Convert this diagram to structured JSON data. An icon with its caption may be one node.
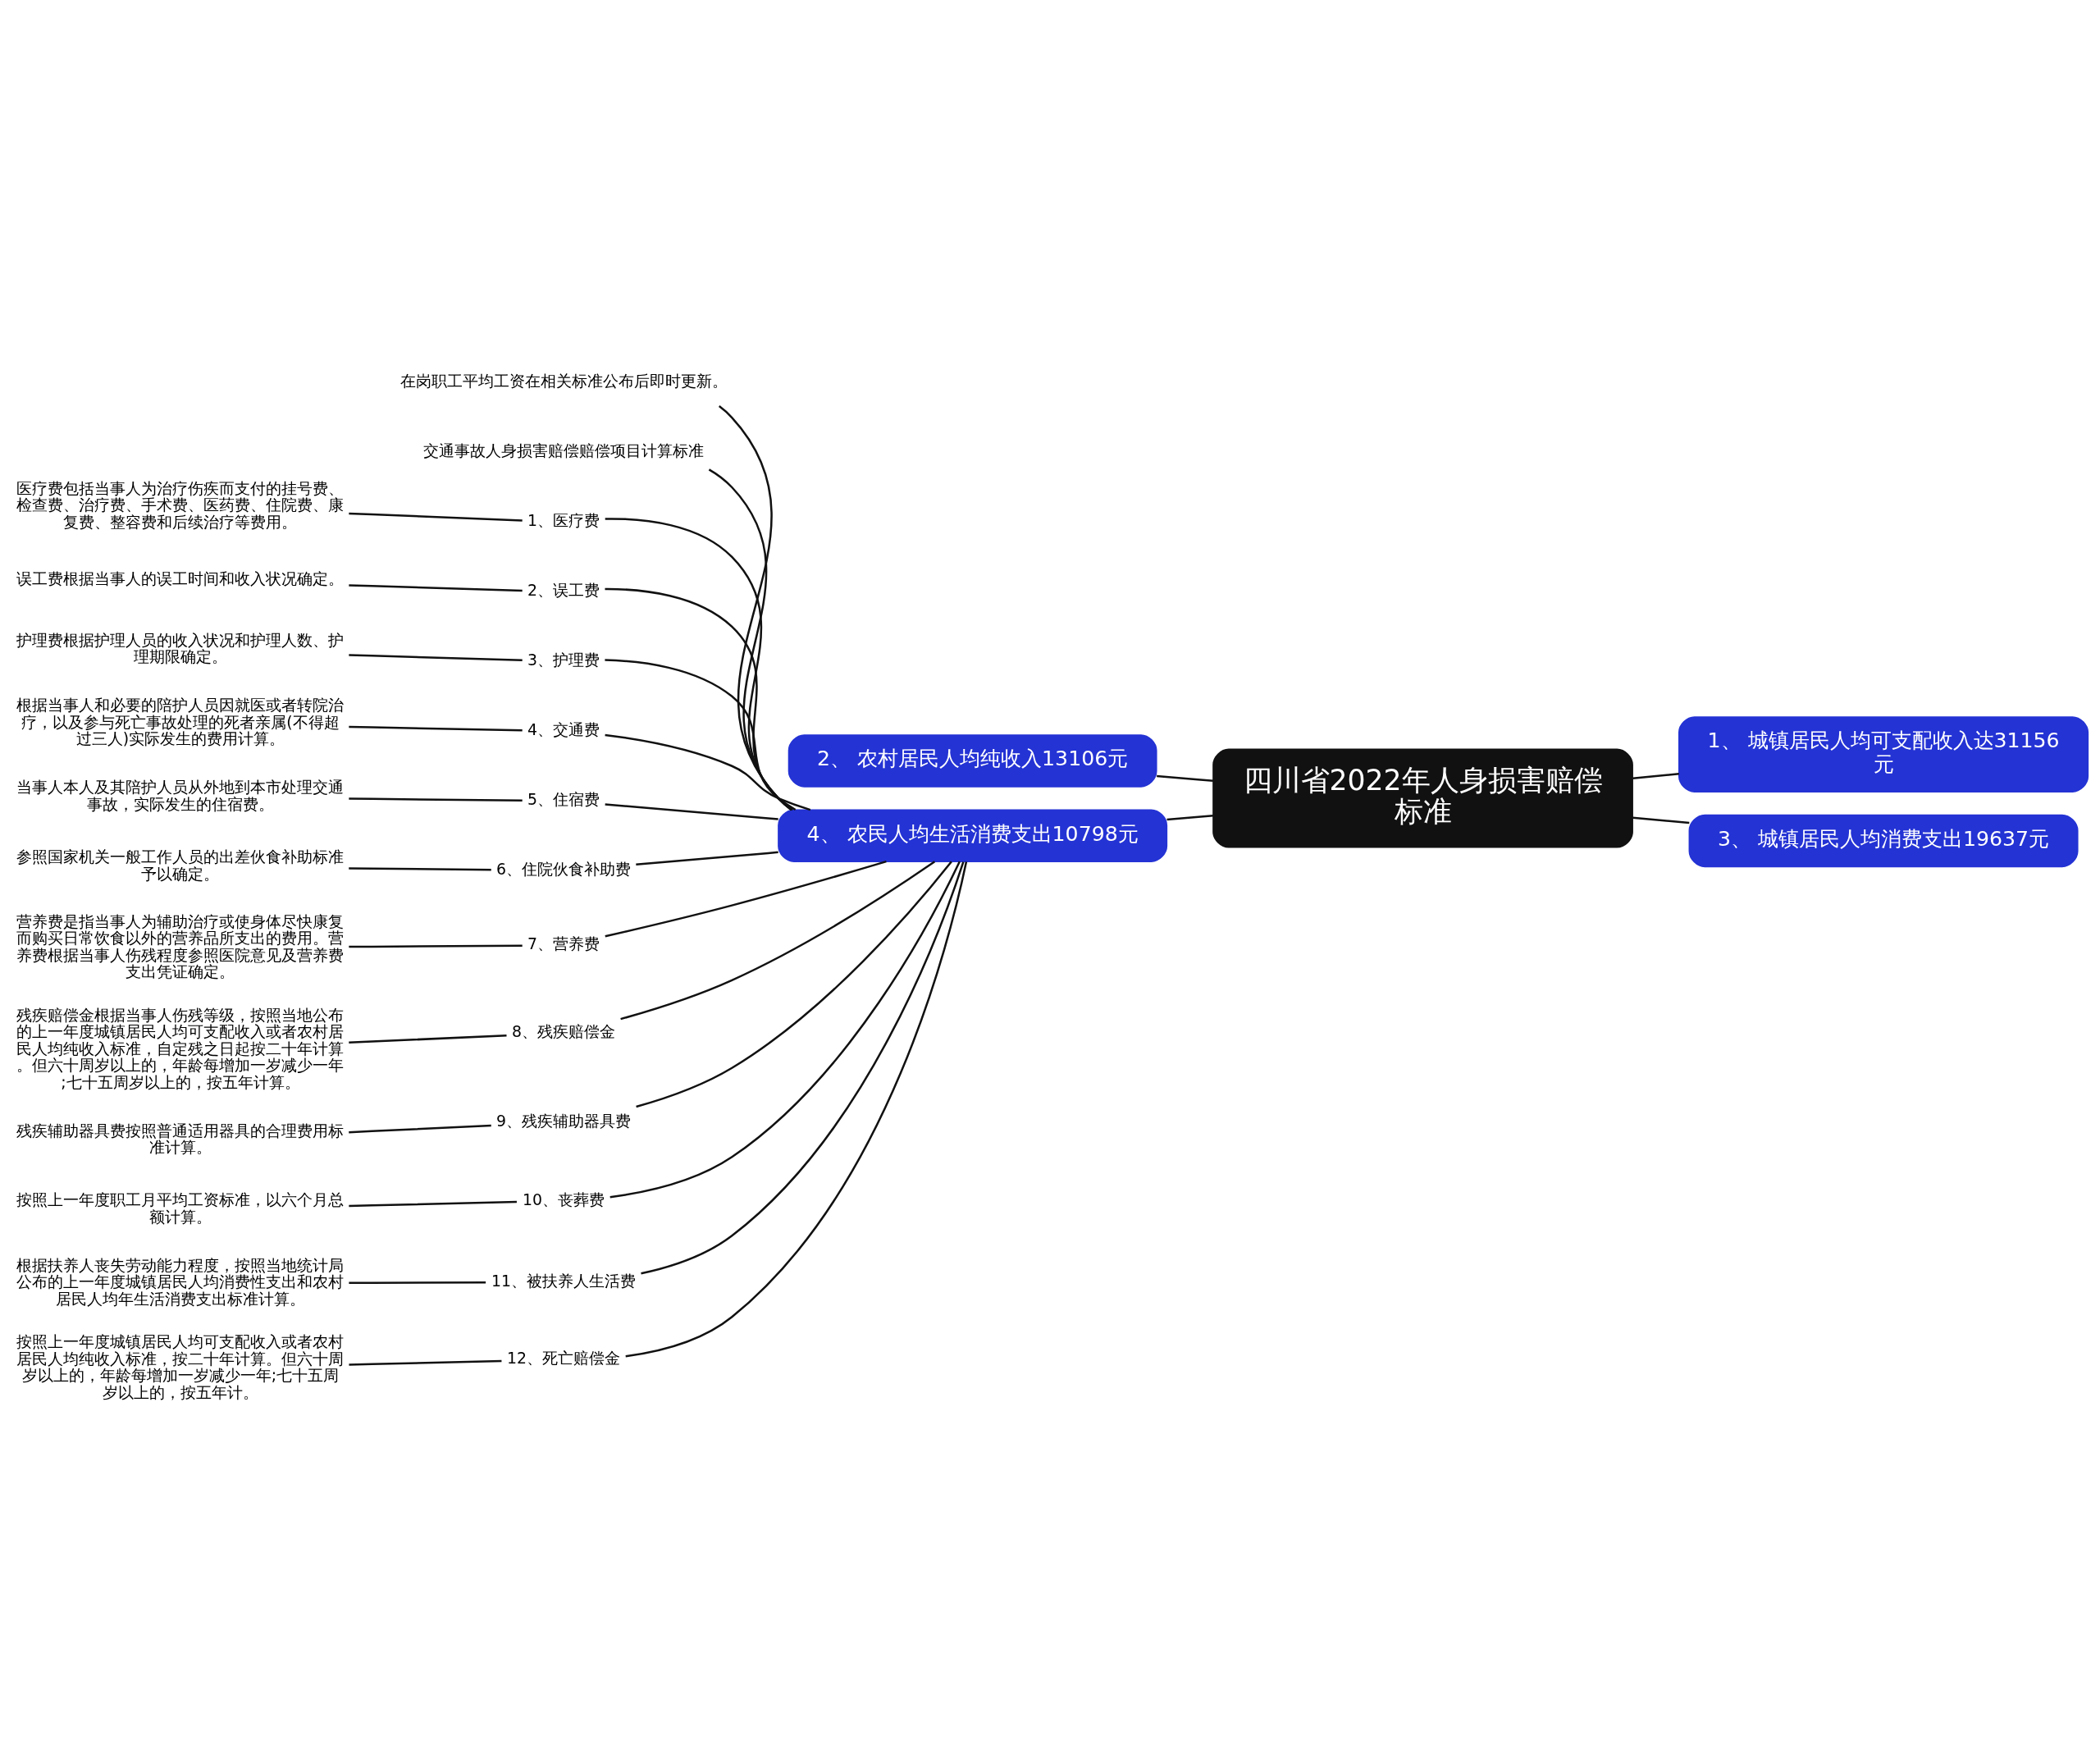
{
  "diagram": {
    "nodes": [
      {
        "text": [
          "四川省2022年人身损害赔偿标准"
        ]
      },
      {
        "text": [
          "2、 农村居民人均纯收入13106元"
        ]
      },
      {
        "text": [
          "1、 城镇居民人均可支配收入达31156元"
        ]
      },
      {
        "text": [
          "3、 城镇居民人均消费支出19637元"
        ]
      },
      {
        "text": [
          "4、 农民人均生活消费支出10798元"
        ]
      },
      {
        "text": [
          "在岗职工平均工资在相关标准公布后即时更新。"
        ]
      },
      {
        "text": [
          "交通事故人身损害赔偿赔偿项目计算标准"
        ]
      },
      {
        "text": [
          "1、医疗费"
        ]
      },
      {
        "text": [
          "医疗费包括当事人为治疗伤疾而支付的挂号费、检查费、治疗费、手术费、医药费、住院费、康复费、整容费和后续治疗等费用。"
        ]
      },
      {
        "text": [
          "2、误工费"
        ]
      },
      {
        "text": [
          "误工费根据当事人的误工时间和收入状况确定。"
        ]
      },
      {
        "text": [
          "3、护理费"
        ]
      },
      {
        "text": [
          "护理费根据护理人员的收入状况和护理人数、护理期限确定。"
        ]
      },
      {
        "text": [
          "4、交通费"
        ]
      },
      {
        "text": [
          "根据当事人和必要的陪护人员因就医或者转院治疗，以及参与死亡事故处理的死者亲属(不得超过三人)实际发生的费用计算。"
        ]
      },
      {
        "text": [
          "5、住宿费"
        ]
      },
      {
        "text": [
          "当事人本人及其陪护人员从外地到本市处理交通事故，实际发生的住宿费。"
        ]
      },
      {
        "text": [
          "6、住院伙食补助费"
        ]
      },
      {
        "text": [
          "参照国家机关一般工作人员的出差伙食补助标准予以确定。"
        ]
      },
      {
        "text": [
          "7、营养费"
        ]
      },
      {
        "text": [
          "营养费是指当事人为辅助治疗或使身体尽快康复而购买日常饮食以外的营养品所支出的费用。营养费根据当事人伤残程度参照医院意见及营养费支出凭证确定。"
        ]
      },
      {
        "text": [
          "8、残疾赔偿金"
        ]
      },
      {
        "text": [
          "残疾赔偿金根据当事人伤残等级，按照当地公布的上一年度城镇居民人均可支配收入或者农村居民人均纯收入标准，自定残之日起按二十年计算。但六十周岁以上的，年龄每增加一岁减少一年;七十五周岁以上的，按五年计算。"
        ]
      },
      {
        "text": [
          "9、残疾辅助器具费"
        ]
      },
      {
        "text": [
          "残疾辅助器具费按照普通适用器具的合理费用标准计算。"
        ]
      },
      {
        "text": [
          "10、丧葬费"
        ]
      },
      {
        "text": [
          "按照上一年度职工月平均工资标准，以六个月总额计算。"
        ]
      },
      {
        "text": [
          "11、被扶养人生活费"
        ]
      },
      {
        "text": [
          "根据扶养人丧失劳动能力程度，按照当地统计局公布的上一年度城镇居民人均消费性支出和农村居民人均年生活消费支出标准计算。"
        ]
      },
      {
        "text": [
          "12、死亡赔偿金"
        ]
      },
      {
        "text": [
          "按照上一年度城镇居民人均可支配收入或者农村居民人均纯收入标准，按二十年计算。但六十周岁以上的，年龄每增加一岁减少一年;七十五周岁以上的，按五年计。"
        ]
      }
    ],
    "edges": [
      {
        "from": 0,
        "to": 1,
        "arrow": "none"
      },
      {
        "from": 0,
        "to": 2,
        "arrow": "none"
      },
      {
        "from": 0,
        "to": 3,
        "arrow": "none"
      },
      {
        "from": 0,
        "to": 4,
        "arrow": "none"
      },
      {
        "from": 4,
        "to": 5,
        "arrow": "none"
      },
      {
        "from": 4,
        "to": 6,
        "arrow": "none"
      },
      {
        "from": 4,
        "to": 7,
        "arrow": "none"
      },
      {
        "from": 7,
        "to": 8,
        "arrow": "none"
      },
      {
        "from": 4,
        "to": 9,
        "arrow": "none"
      },
      {
        "from": 9,
        "to": 10,
        "arrow": "none"
      },
      {
        "from": 4,
        "to": 11,
        "arrow": "none"
      },
      {
        "from": 11,
        "to": 12,
        "arrow": "none"
      },
      {
        "from": 4,
        "to": 13,
        "arrow": "none"
      },
      {
        "from": 13,
        "to": 14,
        "arrow": "none"
      },
      {
        "from": 4,
        "to": 15,
        "arrow": "none"
      },
      {
        "from": 15,
        "to": 16,
        "arrow": "none"
      },
      {
        "from": 4,
        "to": 17,
        "arrow": "none"
      },
      {
        "from": 17,
        "to": 18,
        "arrow": "none"
      },
      {
        "from": 4,
        "to": 19,
        "arrow": "none"
      },
      {
        "from": 19,
        "to": 20,
        "arrow": "none"
      },
      {
        "from": 4,
        "to": 21,
        "arrow": "none"
      },
      {
        "from": 21,
        "to": 22,
        "arrow": "none"
      },
      {
        "from": 4,
        "to": 23,
        "arrow": "none"
      },
      {
        "from": 23,
        "to": 24,
        "arrow": "none"
      },
      {
        "from": 4,
        "to": 25,
        "arrow": "none"
      },
      {
        "from": 25,
        "to": 26,
        "arrow": "none"
      },
      {
        "from": 4,
        "to": 27,
        "arrow": "none"
      },
      {
        "from": 27,
        "to": 28,
        "arrow": "none"
      },
      {
        "from": 4,
        "to": 29,
        "arrow": "none"
      },
      {
        "from": 29,
        "to": 30,
        "arrow": "none"
      }
    ]
  }
}
